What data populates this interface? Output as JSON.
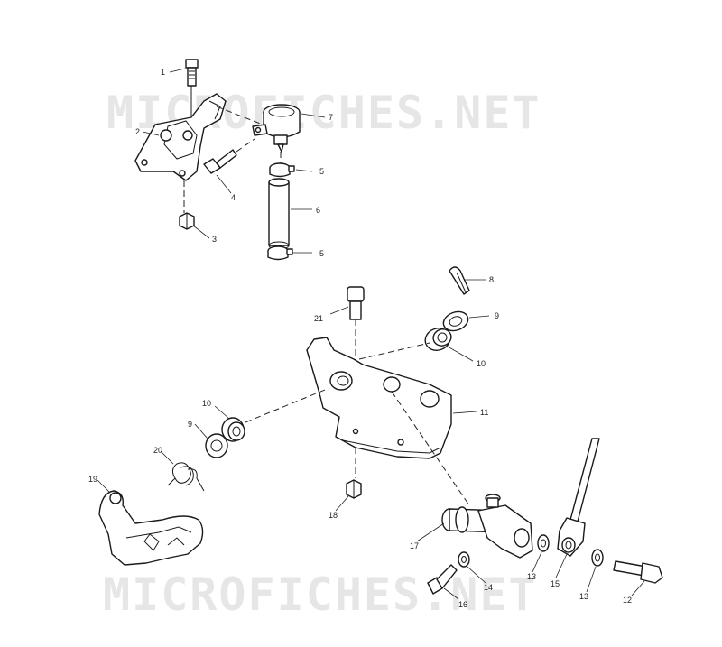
{
  "watermark": {
    "text": "MICROFICHES.NET"
  },
  "callouts": [
    {
      "id": "c1",
      "label": "1"
    },
    {
      "id": "c2",
      "label": "2"
    },
    {
      "id": "c3",
      "label": "3"
    },
    {
      "id": "c4",
      "label": "4"
    },
    {
      "id": "c5a",
      "label": "5"
    },
    {
      "id": "c5b",
      "label": "5"
    },
    {
      "id": "c6",
      "label": "6"
    },
    {
      "id": "c7",
      "label": "7"
    },
    {
      "id": "c8",
      "label": "8"
    },
    {
      "id": "c9a",
      "label": "9"
    },
    {
      "id": "c9b",
      "label": "9"
    },
    {
      "id": "c10a",
      "label": "10"
    },
    {
      "id": "c10b",
      "label": "10"
    },
    {
      "id": "c11",
      "label": "11"
    },
    {
      "id": "c12",
      "label": "12"
    },
    {
      "id": "c13a",
      "label": "13"
    },
    {
      "id": "c13b",
      "label": "13"
    },
    {
      "id": "c14",
      "label": "14"
    },
    {
      "id": "c15",
      "label": "15"
    },
    {
      "id": "c16",
      "label": "16"
    },
    {
      "id": "c17",
      "label": "17"
    },
    {
      "id": "c18",
      "label": "18"
    },
    {
      "id": "c19",
      "label": "19"
    },
    {
      "id": "c20",
      "label": "20"
    },
    {
      "id": "c21",
      "label": "21"
    }
  ]
}
